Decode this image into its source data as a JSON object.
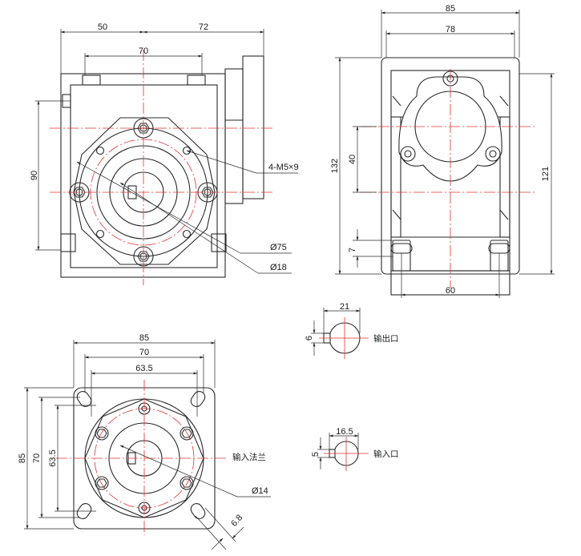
{
  "drawing": {
    "front_view": {
      "dim_left": "50",
      "dim_right": "72",
      "dim_mount_width": "70",
      "dim_height": "90",
      "thread_callout": "4-M5×9",
      "dia_flange": "Ø75",
      "dia_bore": "Ø18"
    },
    "side_view": {
      "dim_total_width": "85",
      "dim_inner_width": "78",
      "dim_total_height": "132",
      "dim_right_height": "121",
      "dim_center": "40",
      "dim_foot": "7",
      "dim_slot_span": "60"
    },
    "flange_view": {
      "dim_width": "85",
      "dim_bolt_span": "70",
      "dim_inner": "63.5",
      "dim_height": "85",
      "dim_v_bolt": "70",
      "dim_v_inner": "63.5",
      "label": "输入法兰",
      "dia_bore": "Ø14",
      "dim_hole": "6.8"
    },
    "output_port": {
      "width": "21",
      "key": "6",
      "label": "输出口"
    },
    "input_port": {
      "width": "16.5",
      "key": "5",
      "label": "输入口"
    }
  }
}
